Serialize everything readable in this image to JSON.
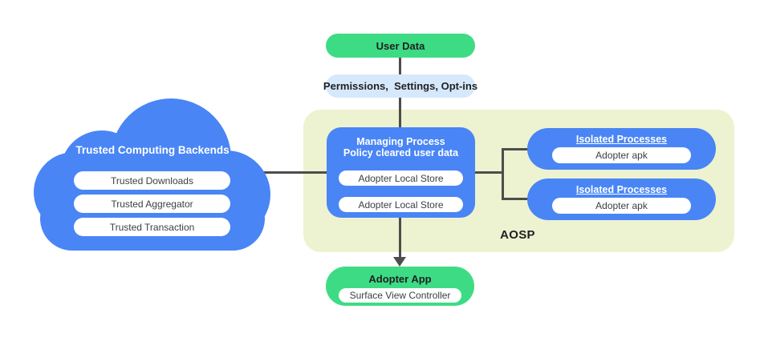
{
  "colors": {
    "blue": "#4985f5",
    "green": "#3ddc84",
    "light_blue": "#d6e8fb",
    "pale_green": "#edf2d0",
    "line": "#4d4d4d",
    "text_dark": "#202124",
    "text_gray": "#3c4043"
  },
  "cloud": {
    "title": "Trusted Computing Backends",
    "items": [
      "Trusted Downloads",
      "Trusted Aggregator",
      "Trusted Transaction"
    ]
  },
  "flow": {
    "user_data": "User Data",
    "permissions": "Permissions,  Settings, Opt-ins",
    "adopter_app": {
      "title": "Adopter App",
      "item": "Surface View Controller"
    }
  },
  "aosp": {
    "label": "AOSP",
    "managing": {
      "title_line1": "Managing Process",
      "title_line2": "Policy cleared user data",
      "items": [
        "Adopter Local Store",
        "Adopter Local Store"
      ]
    },
    "isolated": [
      {
        "title": "Isolated Processes",
        "item": "Adopter apk"
      },
      {
        "title": "Isolated Processes",
        "item": "Adopter apk"
      }
    ]
  }
}
